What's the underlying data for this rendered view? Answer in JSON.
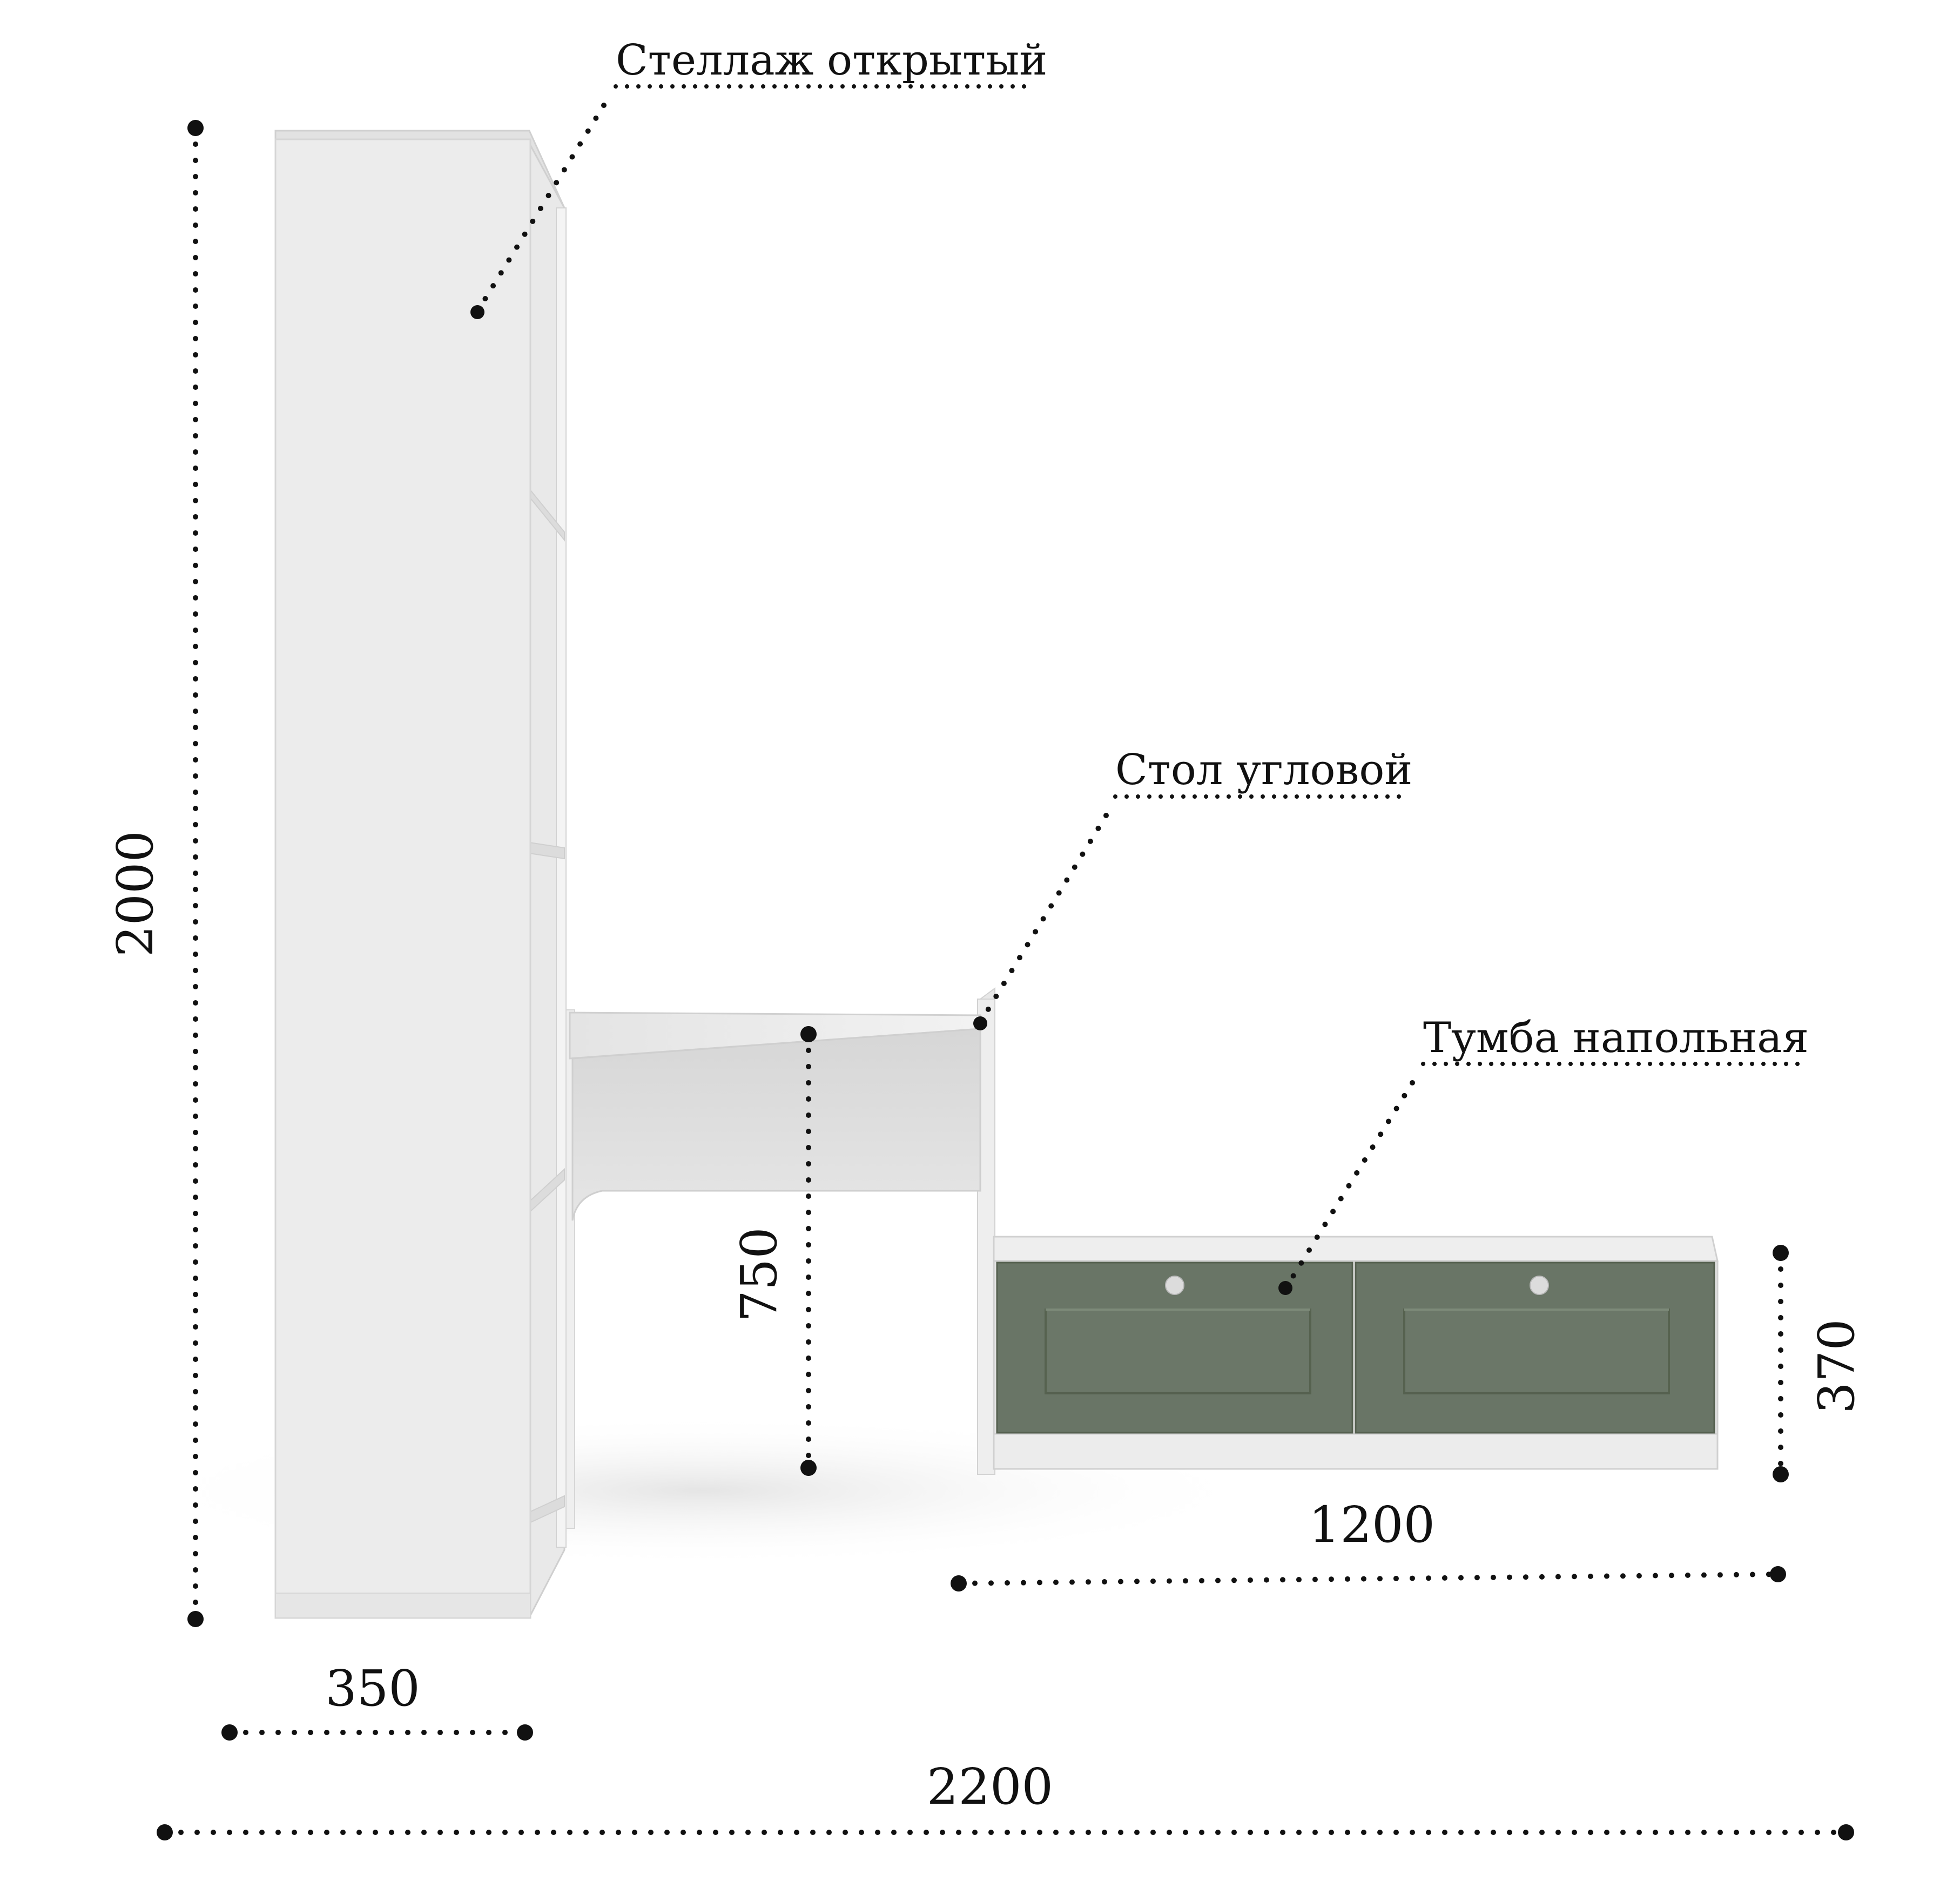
{
  "labels": {
    "shelving": "Стеллаж открытый",
    "desk": "Стол угловой",
    "cabinet": "Тумба напольная"
  },
  "dimensions": {
    "total_height": "2000",
    "shelving_depth": "350",
    "desk_height": "750",
    "cabinet_height": "370",
    "cabinet_width": "1200",
    "total_width": "2200"
  },
  "colors": {
    "panel_light": "#ececec",
    "panel_shade": "#d9d9d9",
    "door_green": "#697566",
    "door_frame_shade": "#5a6657",
    "knob": "#dcdcdc",
    "ink": "#111111"
  }
}
